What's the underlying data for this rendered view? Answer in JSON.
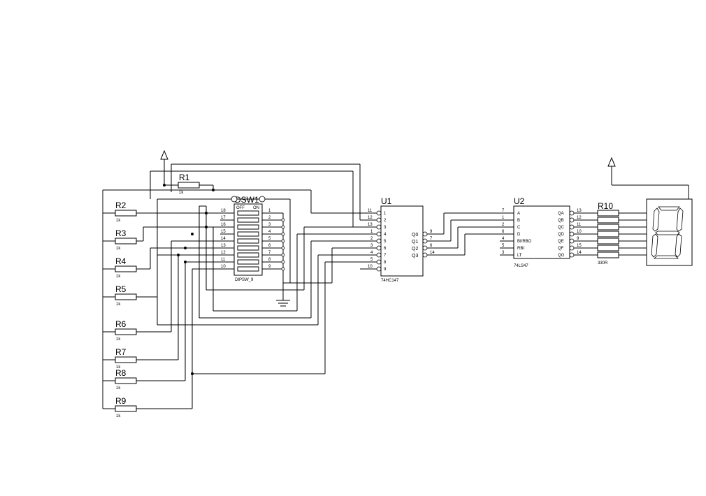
{
  "resistors": [
    {
      "ref": "R1",
      "value": "1k"
    },
    {
      "ref": "R2",
      "value": "1k"
    },
    {
      "ref": "R3",
      "value": "1k"
    },
    {
      "ref": "R4",
      "value": "1k"
    },
    {
      "ref": "R5",
      "value": "1k"
    },
    {
      "ref": "R6",
      "value": "1k"
    },
    {
      "ref": "R7",
      "value": "1k"
    },
    {
      "ref": "R8",
      "value": "1k"
    },
    {
      "ref": "R9",
      "value": "1k"
    }
  ],
  "dipswitch": {
    "ref": "DSW1",
    "part": "DIPSW_9",
    "off_label": "OFF",
    "on_label": "ON",
    "left_pins": [
      "18",
      "17",
      "16",
      "15",
      "14",
      "13",
      "12",
      "11",
      "10"
    ],
    "right_pins": [
      "1",
      "2",
      "3",
      "4",
      "5",
      "6",
      "7",
      "8",
      "9"
    ]
  },
  "u1": {
    "ref": "U1",
    "part": "74HC147",
    "input_pin_numbers": [
      "11",
      "12",
      "13",
      "1",
      "2",
      "3",
      "4",
      "5",
      "10"
    ],
    "input_pin_labels": [
      "1",
      "2",
      "3",
      "4",
      "5",
      "6",
      "7",
      "8",
      "9"
    ],
    "output_labels": [
      "Q0",
      "Q1",
      "Q2",
      "Q3"
    ],
    "output_pin_numbers": [
      "9",
      "7",
      "6",
      "14"
    ]
  },
  "u2": {
    "ref": "U2",
    "part": "74LS47",
    "input_pin_numbers": [
      "7",
      "1",
      "2",
      "6",
      "4",
      "5",
      "3"
    ],
    "input_labels": [
      "A",
      "B",
      "C",
      "D",
      "BI/RBO",
      "RBI",
      "LT"
    ],
    "output_labels": [
      "QA",
      "QB",
      "QC",
      "QD",
      "QE",
      "QF",
      "QG"
    ],
    "output_pin_numbers": [
      "13",
      "12",
      "11",
      "10",
      "9",
      "15",
      "14"
    ]
  },
  "r10": {
    "ref": "R10",
    "value": "330R"
  },
  "display": {
    "digit": "8"
  }
}
